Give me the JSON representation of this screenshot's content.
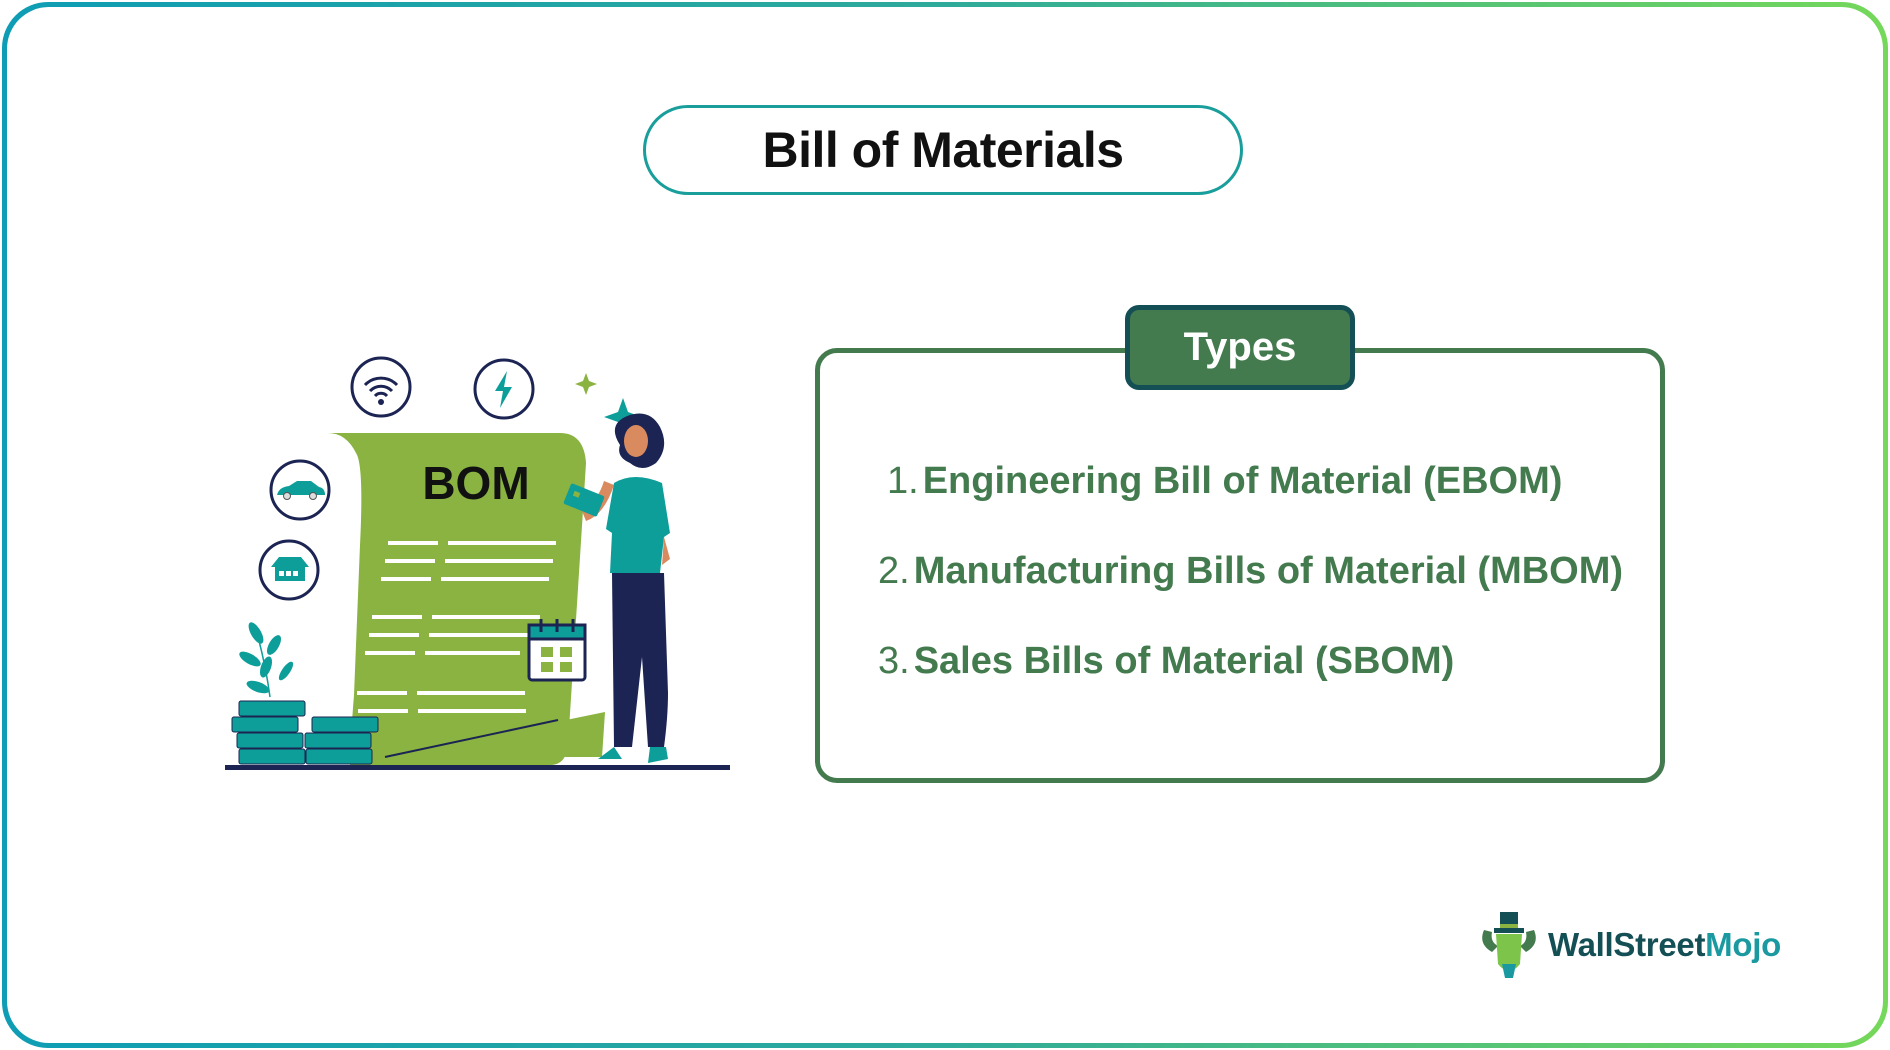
{
  "title": "Bill of Materials",
  "types": {
    "heading": "Types",
    "items": [
      {
        "number": "1.",
        "label": "Engineering Bill of Material (EBOM)"
      },
      {
        "number": "2.",
        "label": "Manufacturing Bills of Material (MBOM)"
      },
      {
        "number": "3.",
        "label": "Sales Bills of Material (SBOM)"
      }
    ]
  },
  "illustration": {
    "document_label": "BOM",
    "icons": [
      "wifi-icon",
      "lightning-icon",
      "car-icon",
      "house-icon",
      "calendar-icon",
      "credit-card-icon",
      "coins-icon",
      "plant-icon",
      "sparkle-icon"
    ]
  },
  "logo": {
    "part1": "WallStreet",
    "part2": "Mojo"
  },
  "colors": {
    "frame_gradient_start": "#0e9db4",
    "frame_gradient_end": "#75d85a",
    "title_border": "#1a9e9c",
    "types_green": "#437a4e",
    "types_tag_border": "#134f55",
    "document_green": "#8ab342",
    "teal": "#0e9e9a",
    "navy": "#1b2452",
    "logo_dark": "#134f55",
    "logo_teal": "#1a9aa0"
  }
}
